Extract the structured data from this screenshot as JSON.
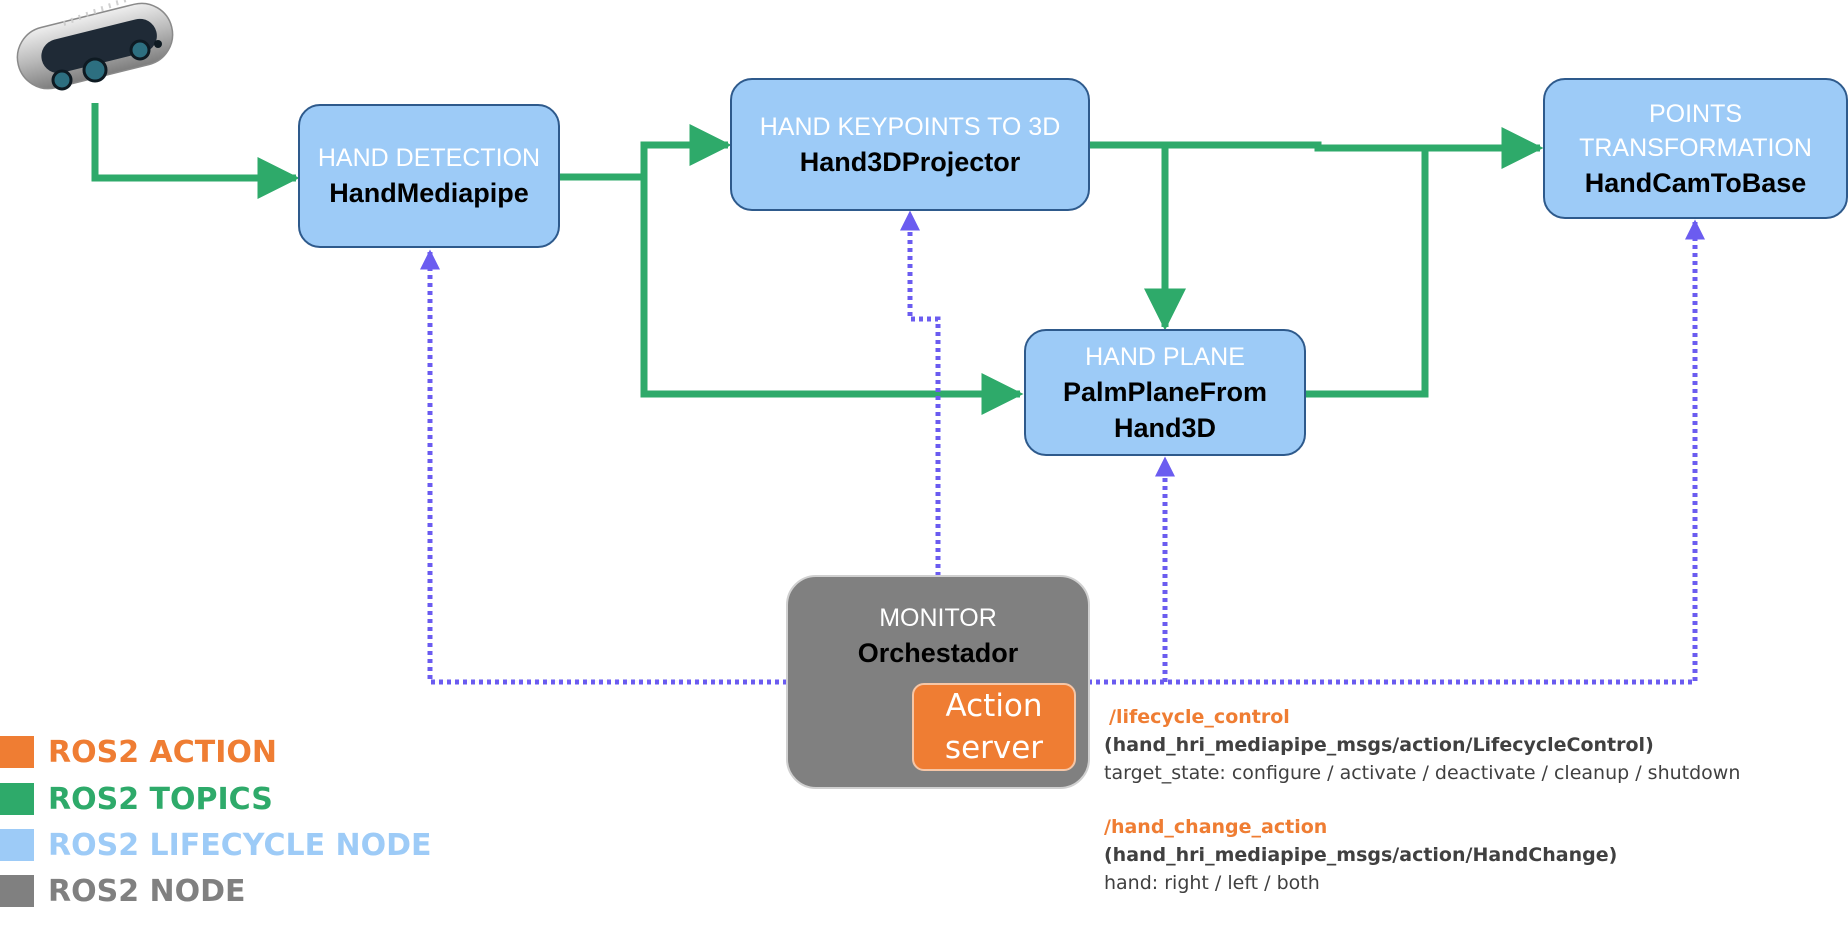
{
  "nodes": {
    "hand_detection": {
      "category": "HAND DETECTION",
      "name": "HandMediapipe"
    },
    "hand_keypoints": {
      "category": "HAND KEYPOINTS TO 3D",
      "name": "Hand3DProjector"
    },
    "points_transformation": {
      "category_line1": "POINTS",
      "category_line2": "TRANSFORMATION",
      "name": "HandCamToBase"
    },
    "hand_plane": {
      "category": "HAND PLANE",
      "name_line1": "PalmPlaneFrom",
      "name_line2": "Hand3D"
    },
    "monitor": {
      "category": "MONITOR",
      "name": "Orchestador"
    }
  },
  "action_server": {
    "line1": "Action",
    "line2": "server"
  },
  "actions": [
    {
      "topic": "/lifecycle_control",
      "type": "(hand_hri_mediapipe_msgs/action/LifecycleControl)",
      "args": "target_state: configure / activate / deactivate / cleanup / shutdown"
    },
    {
      "topic": "/hand_change_action",
      "type": "(hand_hri_mediapipe_msgs/action/HandChange)",
      "args": "hand: right / left / both"
    }
  ],
  "legend": [
    {
      "label": "ROS2 ACTION",
      "color": "#ef7d33"
    },
    {
      "label": "ROS2 TOPICS",
      "color": "#2eaa6a"
    },
    {
      "label": "ROS2 LIFECYCLE NODE",
      "color": "#9dcbf7"
    },
    {
      "label": "ROS2 NODE",
      "color": "#808080"
    }
  ],
  "colors": {
    "topic_arrow": "#2eaa6a",
    "action_link": "#6b5cf0",
    "lifecycle_fill": "#9dcbf7",
    "node_fill": "#808080",
    "action_fill": "#ef7d33"
  },
  "icons": {
    "camera": "depth-camera-icon"
  }
}
